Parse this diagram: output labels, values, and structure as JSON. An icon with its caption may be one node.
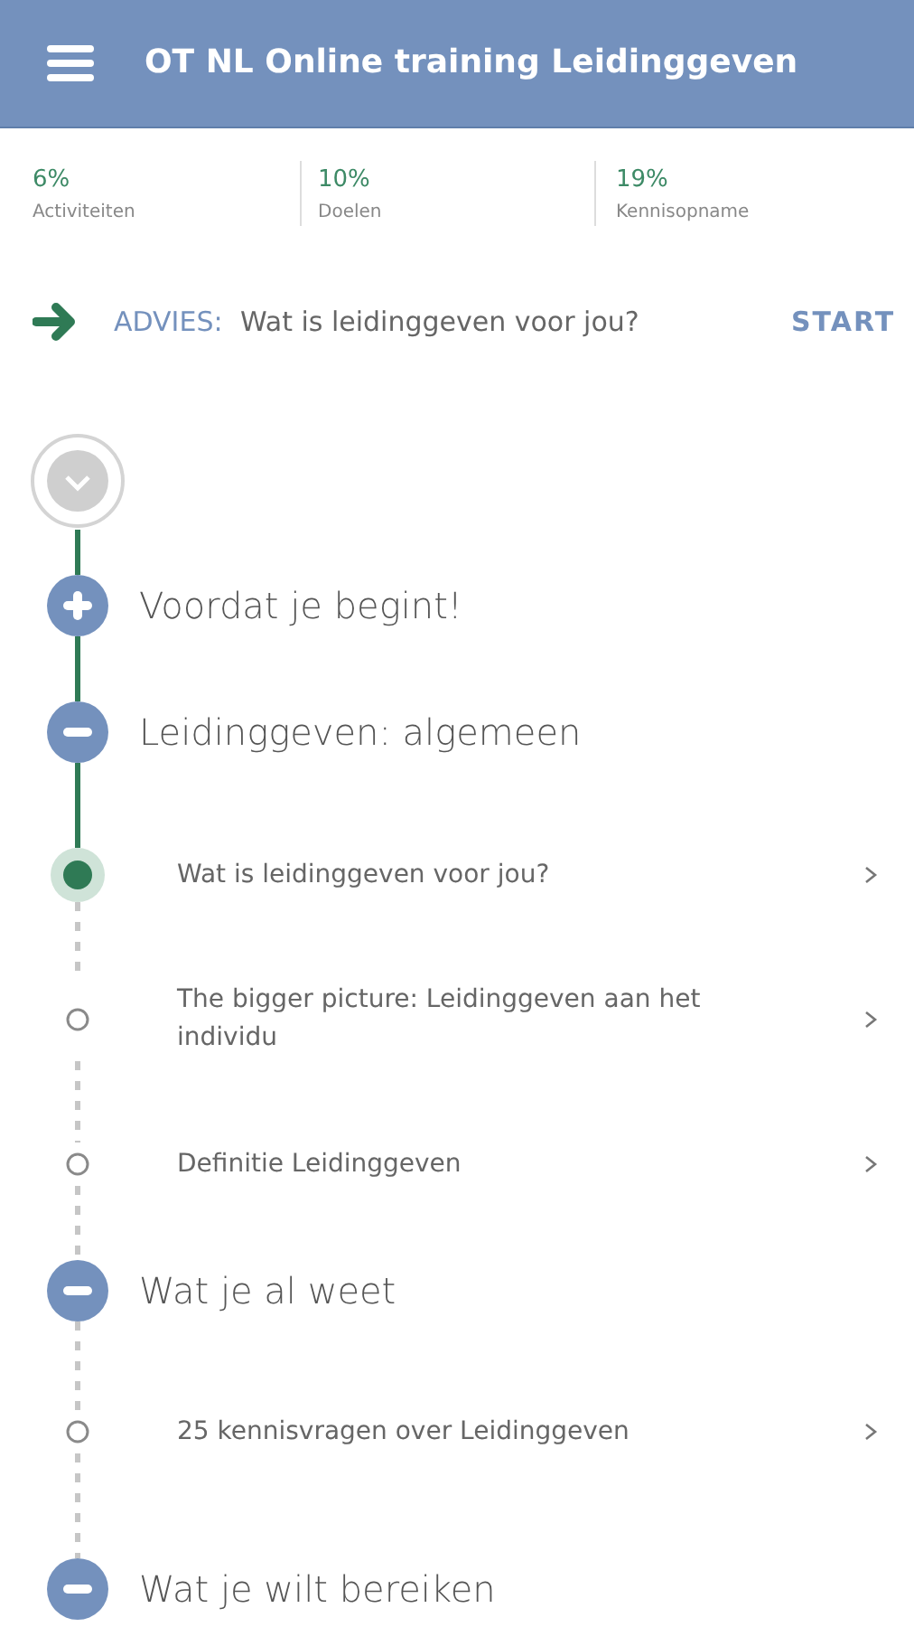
{
  "diagram": {
    "title": "OT NL Online training Leidinggeven",
    "nodes": [
      {
        "text": [],
        "shape": "circle"
      },
      {
        "text": [
          "Voordat je begint!"
        ]
      },
      {
        "text": [
          "Leidinggeven: algemeen"
        ]
      },
      {
        "text": [
          "Wat is leidinggeven voor jou?"
        ]
      },
      {
        "text": [
          "The bigger picture: Leidinggeven aan het individu"
        ]
      },
      {
        "text": [
          "Definitie Leidinggeven"
        ]
      },
      {
        "text": [
          "Wat je al weet"
        ]
      },
      {
        "text": [
          "25 kennisvragen over Leidinggeven"
        ]
      },
      {
        "text": [
          "Wat je wilt bereiken"
        ]
      }
    ],
    "edges": [
      {
        "from": 0,
        "to": 1,
        "arrow": "none",
        "color": "#2f7a55"
      },
      {
        "from": 1,
        "to": 2,
        "arrow": "none",
        "color": "#2f7a55"
      },
      {
        "from": 2,
        "to": 3,
        "arrow": "none",
        "color": "#2f7a55"
      },
      {
        "from": 3,
        "to": 4,
        "arrow": "none",
        "style": "dashed"
      },
      {
        "from": 4,
        "to": 5,
        "arrow": "none",
        "style": "dashed"
      },
      {
        "from": 5,
        "to": 6,
        "arrow": "none",
        "style": "dashed"
      },
      {
        "from": 6,
        "to": 7,
        "arrow": "none",
        "style": "dashed"
      },
      {
        "from": 7,
        "to": 8,
        "arrow": "none",
        "style": "dashed"
      }
    ],
    "labels": [
      "6%",
      "Activiteiten",
      "10%",
      "Doelen",
      "19%",
      "Kennisopname",
      "ADVIES:",
      "Wat is leidinggeven voor jou?",
      "START"
    ]
  }
}
